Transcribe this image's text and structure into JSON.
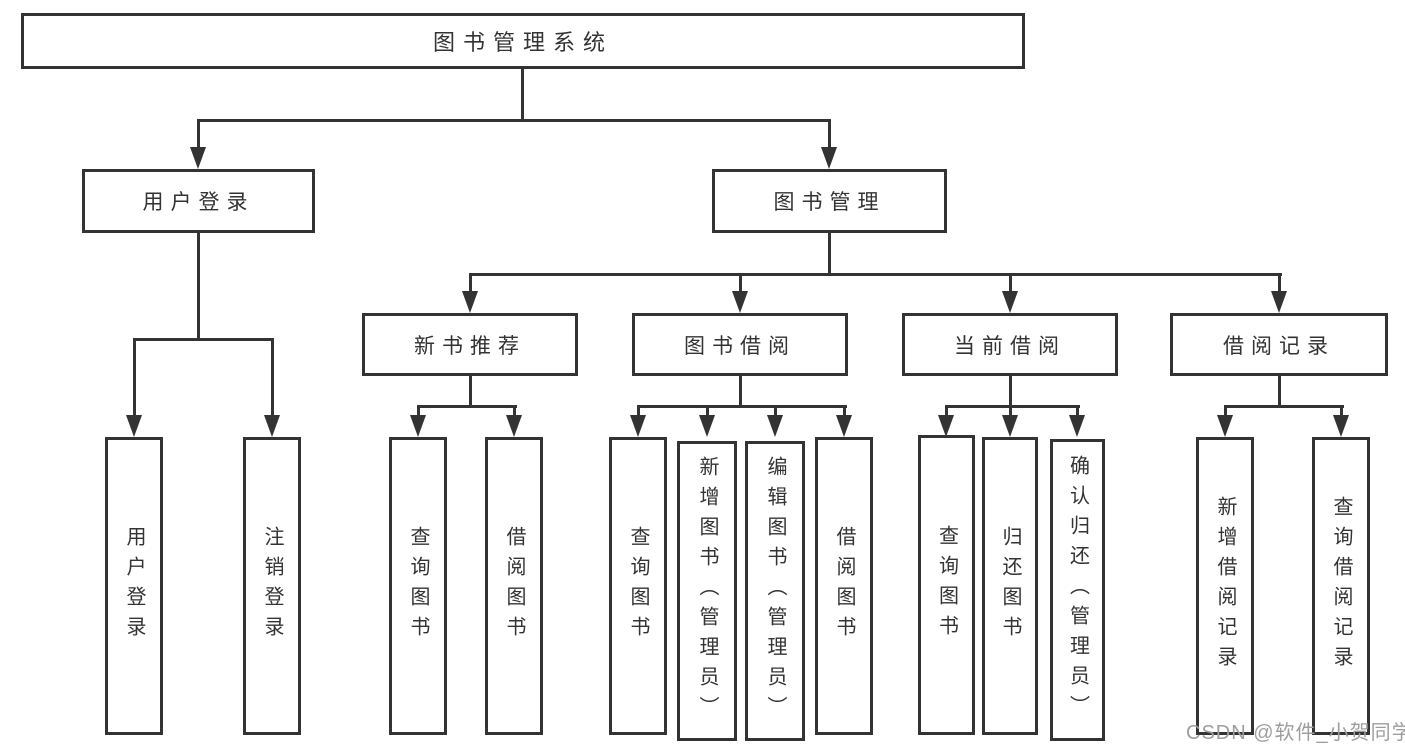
{
  "diagram": {
    "title": "图书管理系统",
    "nodes": {
      "root": {
        "label": "图书管理系统"
      },
      "user_login": {
        "label": "用户登录",
        "children": [
          {
            "label": "用户登录"
          },
          {
            "label": "注销登录"
          }
        ]
      },
      "book_mgmt": {
        "label": "图书管理"
      },
      "new_book_rec": {
        "label": "新书推荐",
        "children": [
          {
            "label": "查询图书"
          },
          {
            "label": "借阅图书"
          }
        ]
      },
      "book_borrow": {
        "label": "图书借阅",
        "children": [
          {
            "label": "查询图书"
          },
          {
            "label": "新增图书（管理员）"
          },
          {
            "label": "编辑图书（管理员）"
          },
          {
            "label": "借阅图书"
          }
        ]
      },
      "current_borrow": {
        "label": "当前借阅",
        "children": [
          {
            "label": "查询图书"
          },
          {
            "label": "归还图书"
          },
          {
            "label": "确认归还（管理员）"
          }
        ]
      },
      "borrow_records": {
        "label": "借阅记录",
        "children": [
          {
            "label": "新增借阅记录"
          },
          {
            "label": "查询借阅记录"
          }
        ]
      }
    }
  },
  "watermark": {
    "text": "CSDN @软件_小贺同学"
  }
}
